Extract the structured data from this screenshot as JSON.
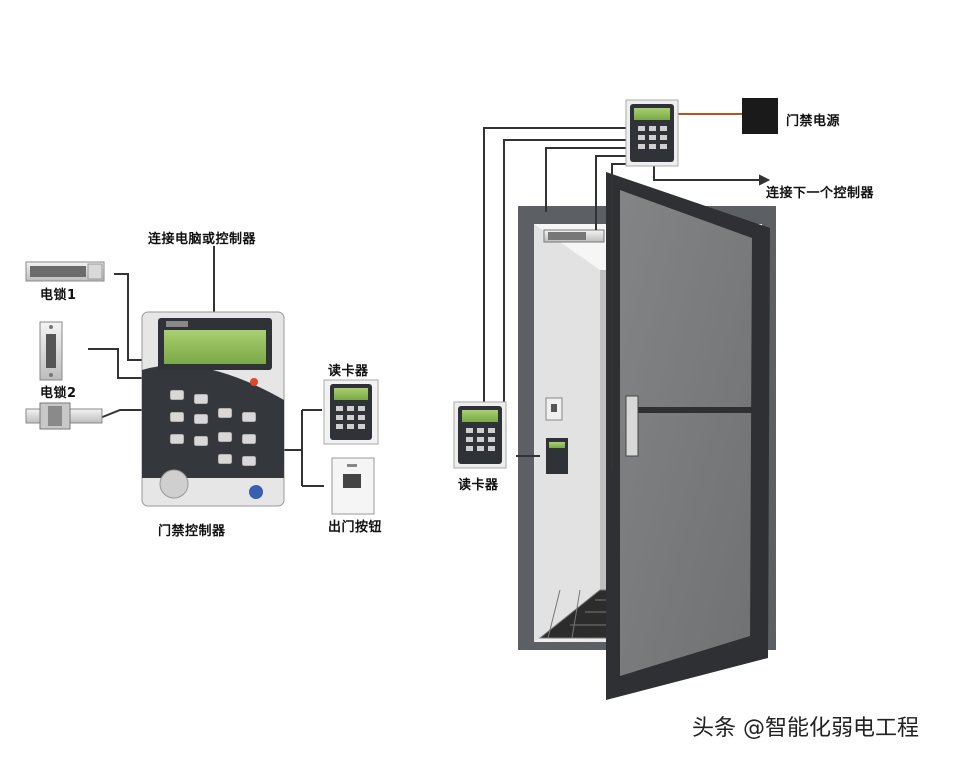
{
  "left_panel": {
    "pc_connection_label": "连接电脑或控制器",
    "lock1_label": "电锁1",
    "lock2_label": "电锁2",
    "controller_label": "门禁控制器",
    "reader_label": "读卡器",
    "exit_button_label": "出门按钮"
  },
  "right_panel": {
    "power_label": "门禁电源",
    "next_controller_label": "连接下一个控制器",
    "reader_label": "读卡器"
  },
  "watermark": "头条 @智能化弱电工程",
  "colors": {
    "device_panel": "#2f3236",
    "lcd": "#8fbf5a",
    "door_frame": "#2e3033",
    "cable": "#333333",
    "power_cable": "#b8541f"
  }
}
